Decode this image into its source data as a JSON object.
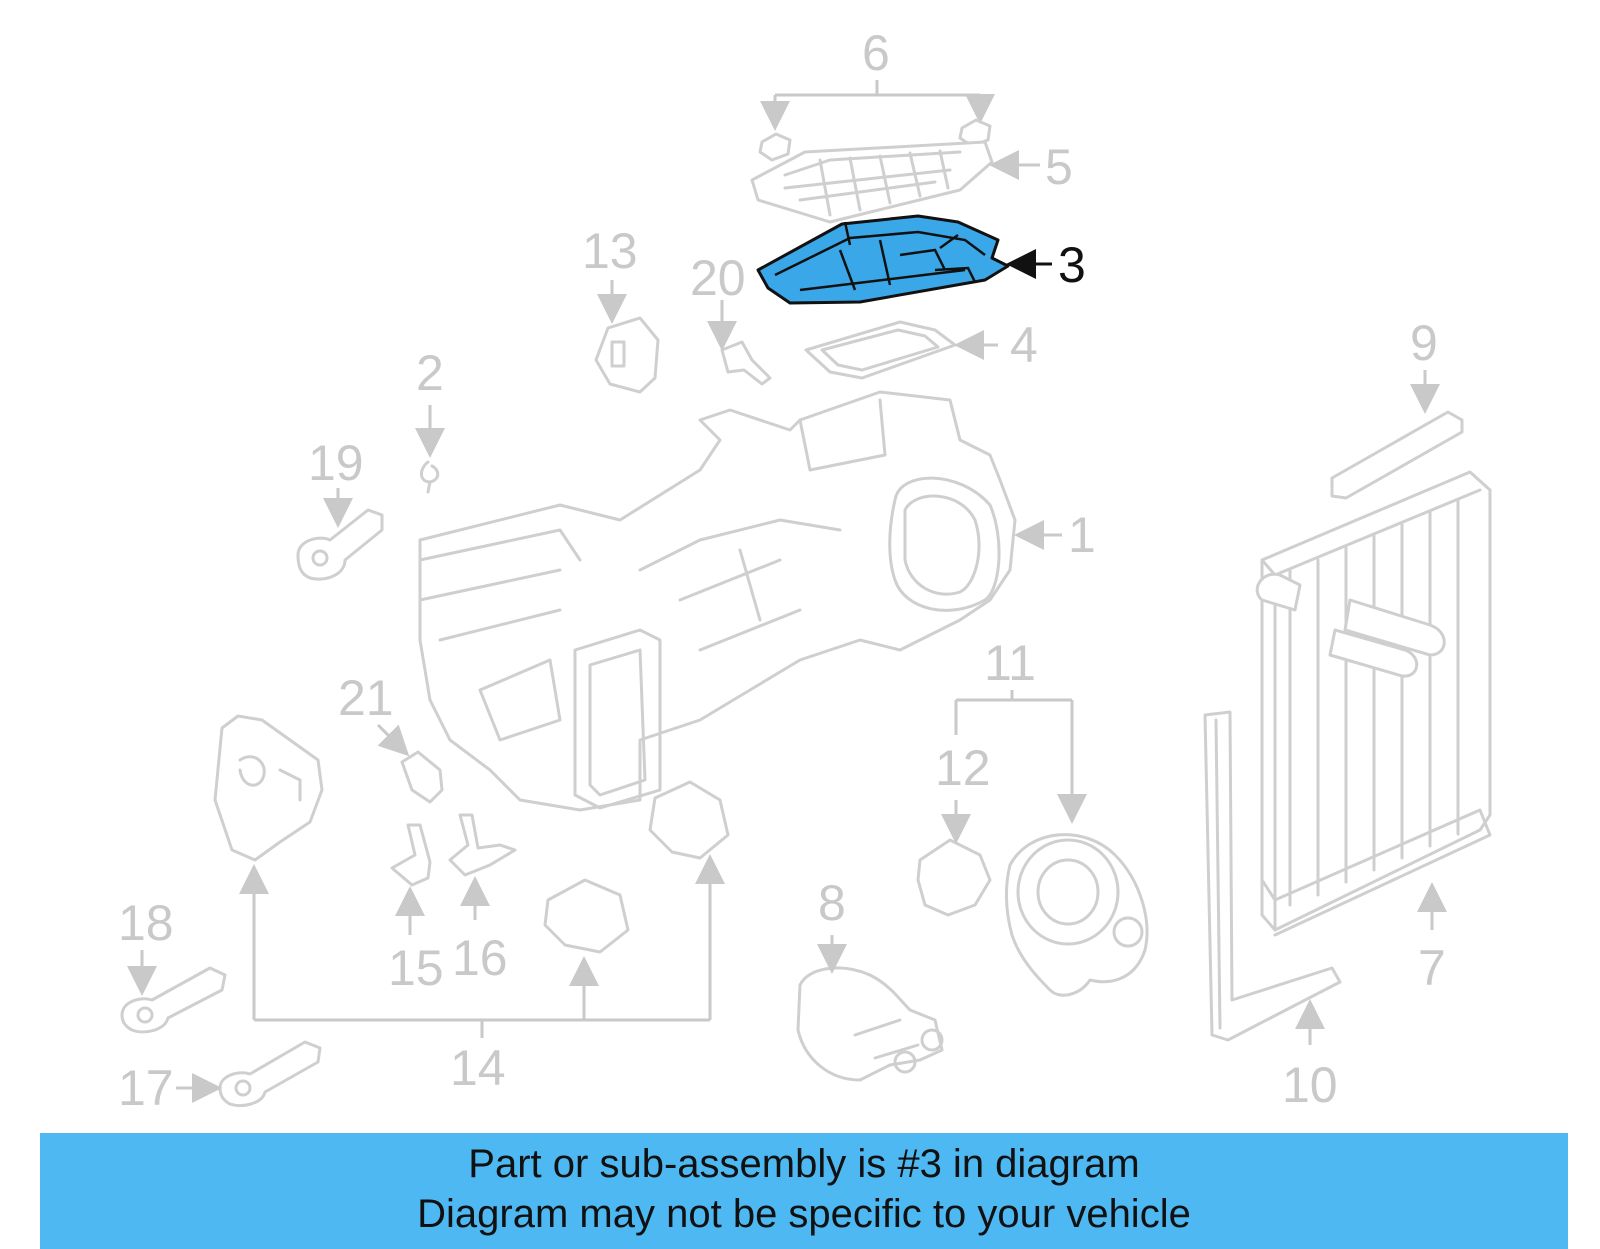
{
  "diagram": {
    "highlighted_part": "3",
    "highlight_color": "#3aa7e8",
    "callouts": [
      "1",
      "2",
      "3",
      "4",
      "5",
      "6",
      "7",
      "8",
      "9",
      "10",
      "11",
      "12",
      "13",
      "14",
      "15",
      "16",
      "17",
      "18",
      "19",
      "20",
      "21"
    ]
  },
  "banner": {
    "line1": "Part or sub-assembly is #3 in diagram",
    "line2": "Diagram may not be specific to your vehicle",
    "background": "#4db8f2"
  }
}
